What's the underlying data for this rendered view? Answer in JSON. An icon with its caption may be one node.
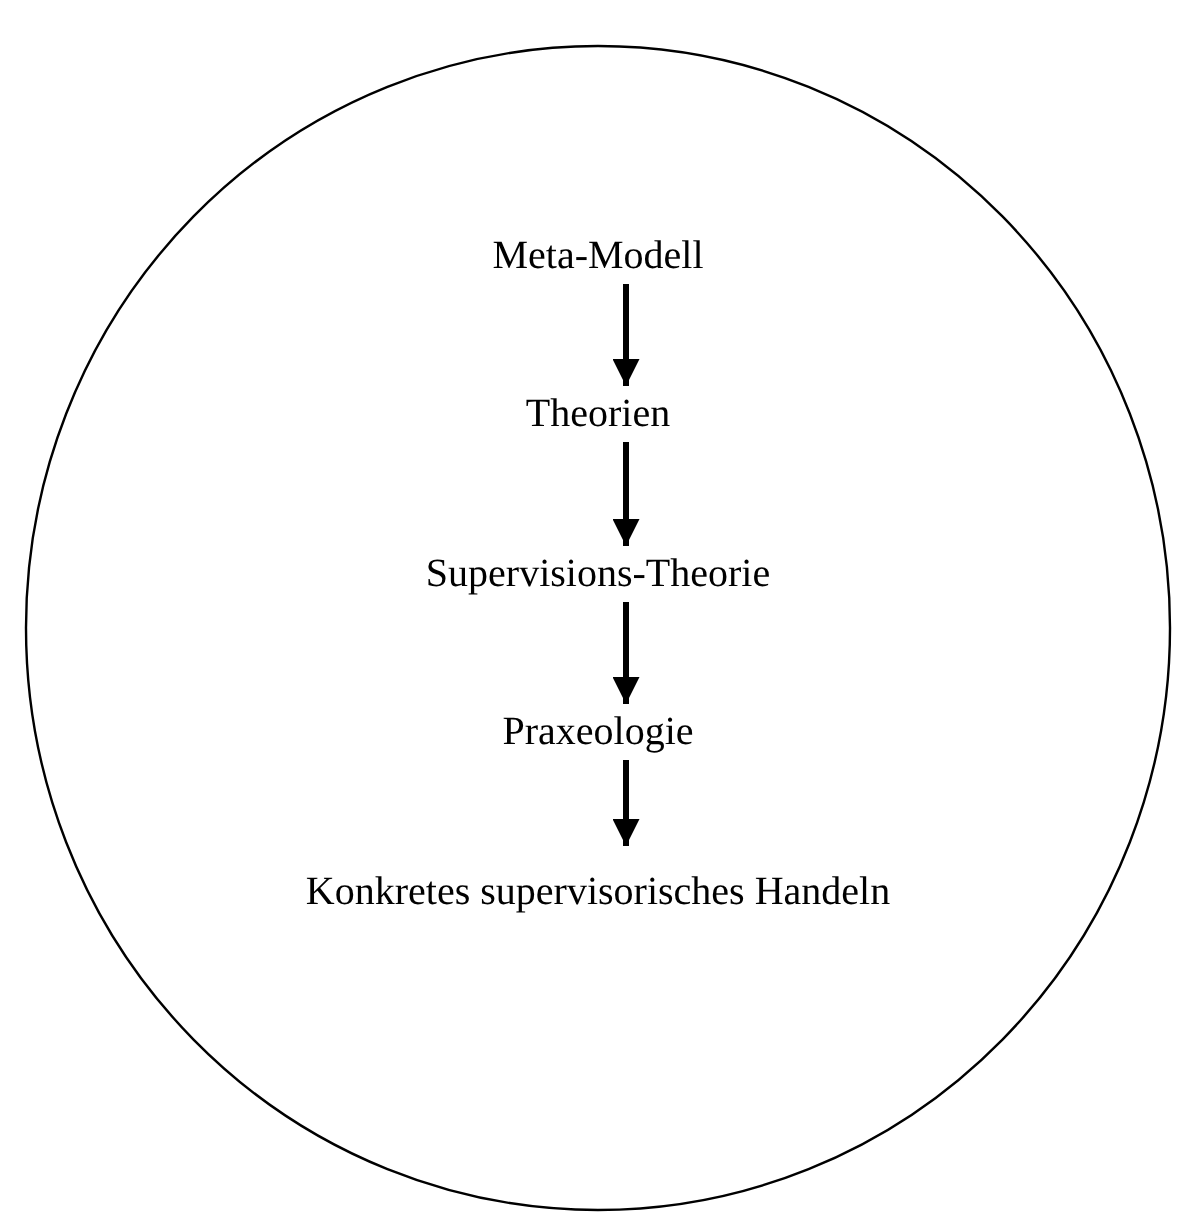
{
  "diagram": {
    "nodes": [
      {
        "text": [],
        "shape": "circle"
      },
      {
        "text": [
          "Meta-Modell"
        ],
        "in": 0
      },
      {
        "text": [
          "Theorien"
        ],
        "in": 0
      },
      {
        "text": [
          "Supervisions-Theorie"
        ],
        "in": 0
      },
      {
        "text": [
          "Praxeologie"
        ],
        "in": 0
      },
      {
        "text": [
          "Konkretes supervisorisches Handeln"
        ],
        "in": 0
      }
    ],
    "edges": [
      {
        "from": 1,
        "to": 2,
        "arrow": "to"
      },
      {
        "from": 2,
        "to": 3,
        "arrow": "to"
      },
      {
        "from": 3,
        "to": 4,
        "arrow": "to"
      },
      {
        "from": 4,
        "to": 5,
        "arrow": "to"
      }
    ]
  }
}
